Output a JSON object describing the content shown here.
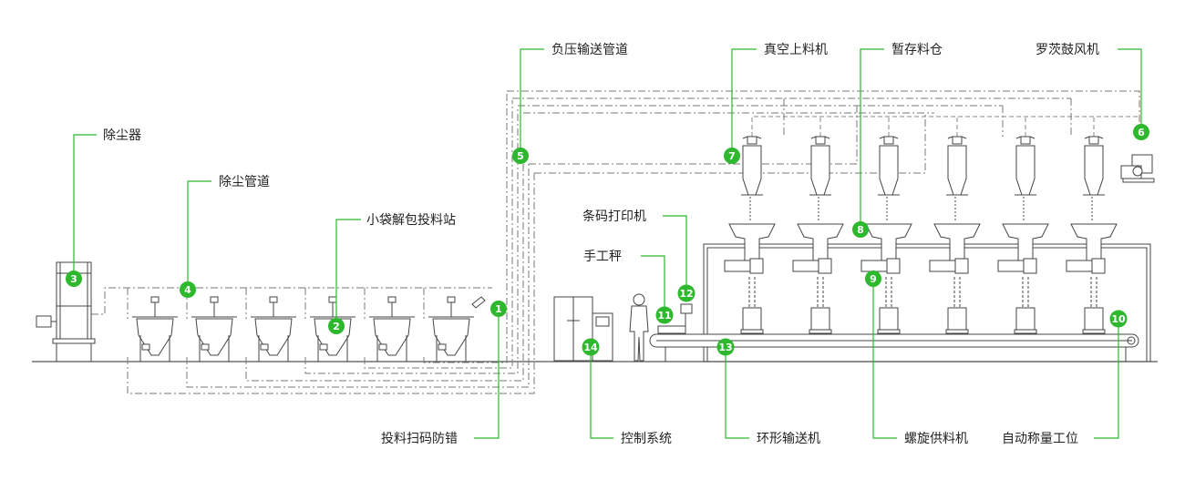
{
  "colors": {
    "accent": "#2db82d",
    "line": "#444444",
    "pipe": "#777777"
  },
  "callouts": [
    {
      "n": "1",
      "label": "投料扫码防错"
    },
    {
      "n": "2",
      "label": "小袋解包投料站"
    },
    {
      "n": "3",
      "label": "除尘器"
    },
    {
      "n": "4",
      "label": "除尘管道"
    },
    {
      "n": "5",
      "label": "负压输送管道"
    },
    {
      "n": "6",
      "label": "罗茨鼓风机"
    },
    {
      "n": "7",
      "label": "真空上料机"
    },
    {
      "n": "8",
      "label": "暂存料仓"
    },
    {
      "n": "9",
      "label": "螺旋供料机"
    },
    {
      "n": "10",
      "label": "自动称量工位"
    },
    {
      "n": "11",
      "label": "手工秤"
    },
    {
      "n": "12",
      "label": "条码打印机"
    },
    {
      "n": "13",
      "label": "环形输送机"
    },
    {
      "n": "14",
      "label": "控制系统"
    }
  ]
}
